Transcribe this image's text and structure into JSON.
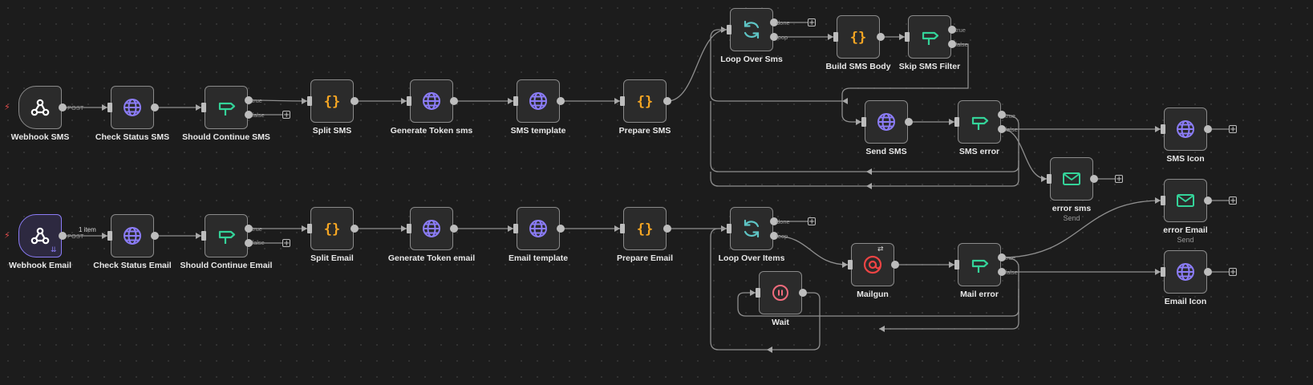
{
  "colors": {
    "background": "#1c1c1c",
    "edge": "#8f8f8f",
    "http": "#8b7cf6",
    "code": "#f5a623",
    "filter": "#34d399",
    "loop": "#5ec4c4",
    "email": "#34d399",
    "mailgun": "#ef4444",
    "wait": "#f06b7c",
    "trigger_bolt": "#e84b4b"
  },
  "edge_labels": {
    "post": "POST",
    "true": "true",
    "false": "false",
    "done": "done",
    "loop": "loop"
  },
  "item_count": "1 item",
  "nodes": [
    {
      "id": "webhook-sms",
      "label": "Webhook SMS",
      "icon": "webhook-icon",
      "type": "trigger"
    },
    {
      "id": "check-status-sms",
      "label": "Check Status SMS",
      "icon": "globe-icon",
      "type": "http"
    },
    {
      "id": "should-continue-sms",
      "label": "Should Continue SMS",
      "icon": "signpost-icon",
      "type": "if"
    },
    {
      "id": "split-sms",
      "label": "Split SMS",
      "icon": "braces-icon",
      "type": "code"
    },
    {
      "id": "generate-token-sms",
      "label": "Generate Token sms",
      "icon": "globe-icon",
      "type": "http"
    },
    {
      "id": "sms-template",
      "label": "SMS template",
      "icon": "globe-icon",
      "type": "http"
    },
    {
      "id": "prepare-sms",
      "label": "Prepare SMS",
      "icon": "braces-icon",
      "type": "code"
    },
    {
      "id": "loop-over-sms",
      "label": "Loop Over Sms",
      "icon": "loop-icon",
      "type": "loop"
    },
    {
      "id": "build-sms-body",
      "label": "Build SMS Body",
      "icon": "braces-icon",
      "type": "code"
    },
    {
      "id": "skip-sms-filter",
      "label": "Skip SMS Filter",
      "icon": "signpost-icon",
      "type": "if"
    },
    {
      "id": "send-sms",
      "label": "Send SMS",
      "icon": "globe-icon",
      "type": "http"
    },
    {
      "id": "sms-error",
      "label": "SMS error",
      "icon": "signpost-icon",
      "type": "if"
    },
    {
      "id": "sms-icon",
      "label": "SMS Icon",
      "icon": "globe-icon",
      "type": "http"
    },
    {
      "id": "error-sms",
      "label": "error sms",
      "sub": "Send",
      "icon": "envelope-icon",
      "type": "email"
    },
    {
      "id": "webhook-email",
      "label": "Webhook Email",
      "icon": "webhook-icon",
      "type": "trigger"
    },
    {
      "id": "check-status-email",
      "label": "Check Status Email",
      "icon": "globe-icon",
      "type": "http"
    },
    {
      "id": "should-continue-email",
      "label": "Should Continue Email",
      "icon": "signpost-icon",
      "type": "if"
    },
    {
      "id": "split-email",
      "label": "Split Email",
      "icon": "braces-icon",
      "type": "code"
    },
    {
      "id": "generate-token-email",
      "label": "Generate Token email",
      "icon": "globe-icon",
      "type": "http"
    },
    {
      "id": "email-template",
      "label": "Email template",
      "icon": "globe-icon",
      "type": "http"
    },
    {
      "id": "prepare-email",
      "label": "Prepare Email",
      "icon": "braces-icon",
      "type": "code"
    },
    {
      "id": "loop-over-items",
      "label": "Loop Over Items",
      "icon": "loop-icon",
      "type": "loop"
    },
    {
      "id": "mailgun",
      "label": "Mailgun",
      "icon": "mailgun-icon",
      "type": "mailgun"
    },
    {
      "id": "wait",
      "label": "Wait",
      "icon": "pause-icon",
      "type": "wait"
    },
    {
      "id": "mail-error",
      "label": "Mail error",
      "icon": "signpost-icon",
      "type": "if"
    },
    {
      "id": "error-email",
      "label": "error Email",
      "sub": "Send",
      "icon": "envelope-icon",
      "type": "email"
    },
    {
      "id": "email-icon",
      "label": "Email Icon",
      "icon": "globe-icon",
      "type": "http"
    }
  ]
}
